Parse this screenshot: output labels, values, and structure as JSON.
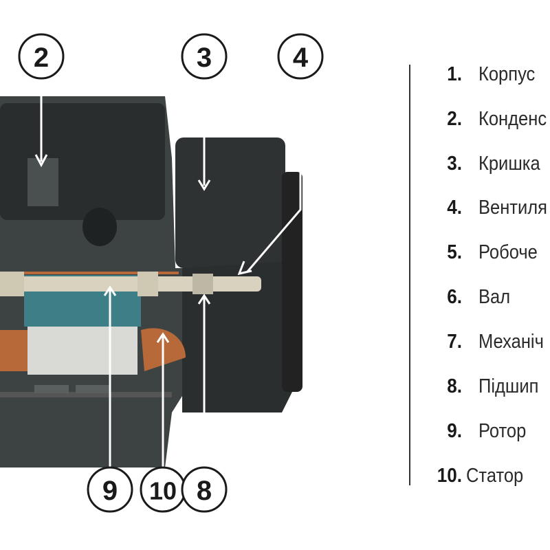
{
  "callouts": [
    {
      "number": "2"
    },
    {
      "number": "3"
    },
    {
      "number": "4"
    },
    {
      "number": "9"
    },
    {
      "number": "10"
    },
    {
      "number": "8"
    }
  ],
  "legend": [
    {
      "number": "1.",
      "label": "Корпус"
    },
    {
      "number": "2.",
      "label": "Конденс"
    },
    {
      "number": "3.",
      "label": "Кришка"
    },
    {
      "number": "4.",
      "label": "Вентиля"
    },
    {
      "number": "5.",
      "label": "Робоче"
    },
    {
      "number": "6.",
      "label": "Вал"
    },
    {
      "number": "7.",
      "label": "Механіч"
    },
    {
      "number": "8.",
      "label": "Підшип"
    },
    {
      "number": "9.",
      "label": "Ротор"
    },
    {
      "number": "10.",
      "label": "Статор"
    }
  ],
  "colors": {
    "housing": "#3d4242",
    "rotor": "#3e7f87",
    "stator": "#b8693a",
    "shaft": "#d8d2bf"
  }
}
